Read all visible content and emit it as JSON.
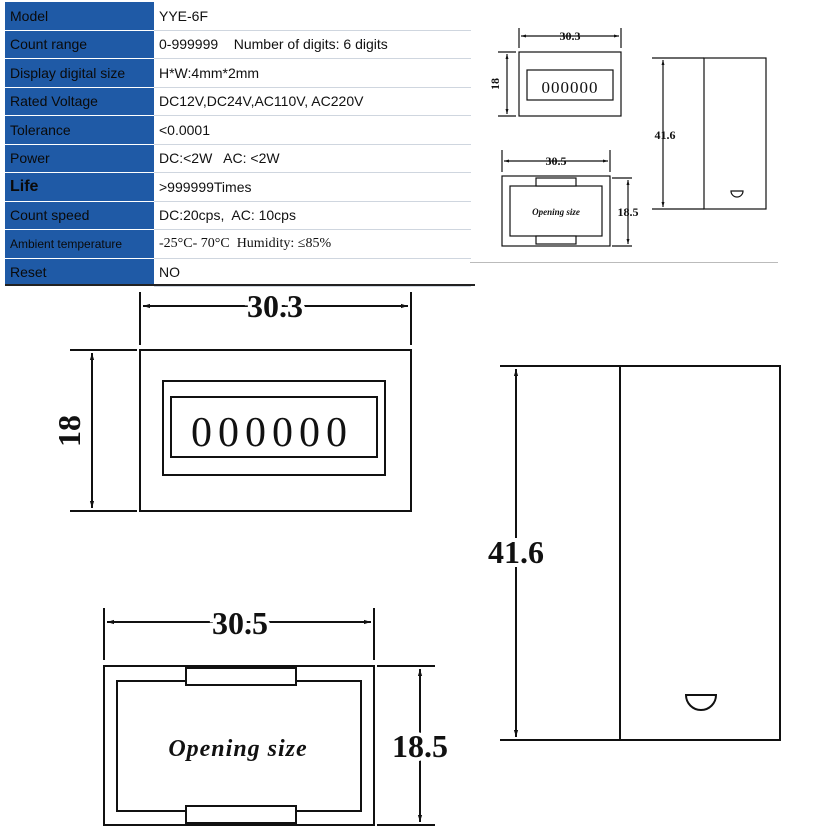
{
  "specs": [
    {
      "label": "Model",
      "value": "YYE-6F"
    },
    {
      "label": "Count range",
      "value": "0-999999    Number of digits: 6 digits"
    },
    {
      "label": "Display digital size",
      "value": "H*W:4mm*2mm"
    },
    {
      "label": "Rated Voltage",
      "value": "DC12V,DC24V,AC110V, AC220V"
    },
    {
      "label": "Tolerance",
      "value": "<0.0001"
    },
    {
      "label": "Power",
      "value": "DC:<2W   AC: <2W"
    },
    {
      "label": "Life",
      "value": ">999999Times"
    },
    {
      "label": "Count speed",
      "value": "DC:20cps,  AC: 10cps"
    },
    {
      "label": "Ambient temperature",
      "value": "-25°C- 70°C  Humidity: ≤85%"
    },
    {
      "label": "Reset",
      "value": "NO"
    }
  ],
  "drawing": {
    "front_width": "30.3",
    "front_height": "18",
    "counter_digits": "000000",
    "side_length": "41.6",
    "opening_width": "30.5",
    "opening_height": "18.5",
    "opening_label": "Opening size"
  },
  "colors": {
    "label_bg": "#1f5aa6",
    "line": "#111111"
  }
}
